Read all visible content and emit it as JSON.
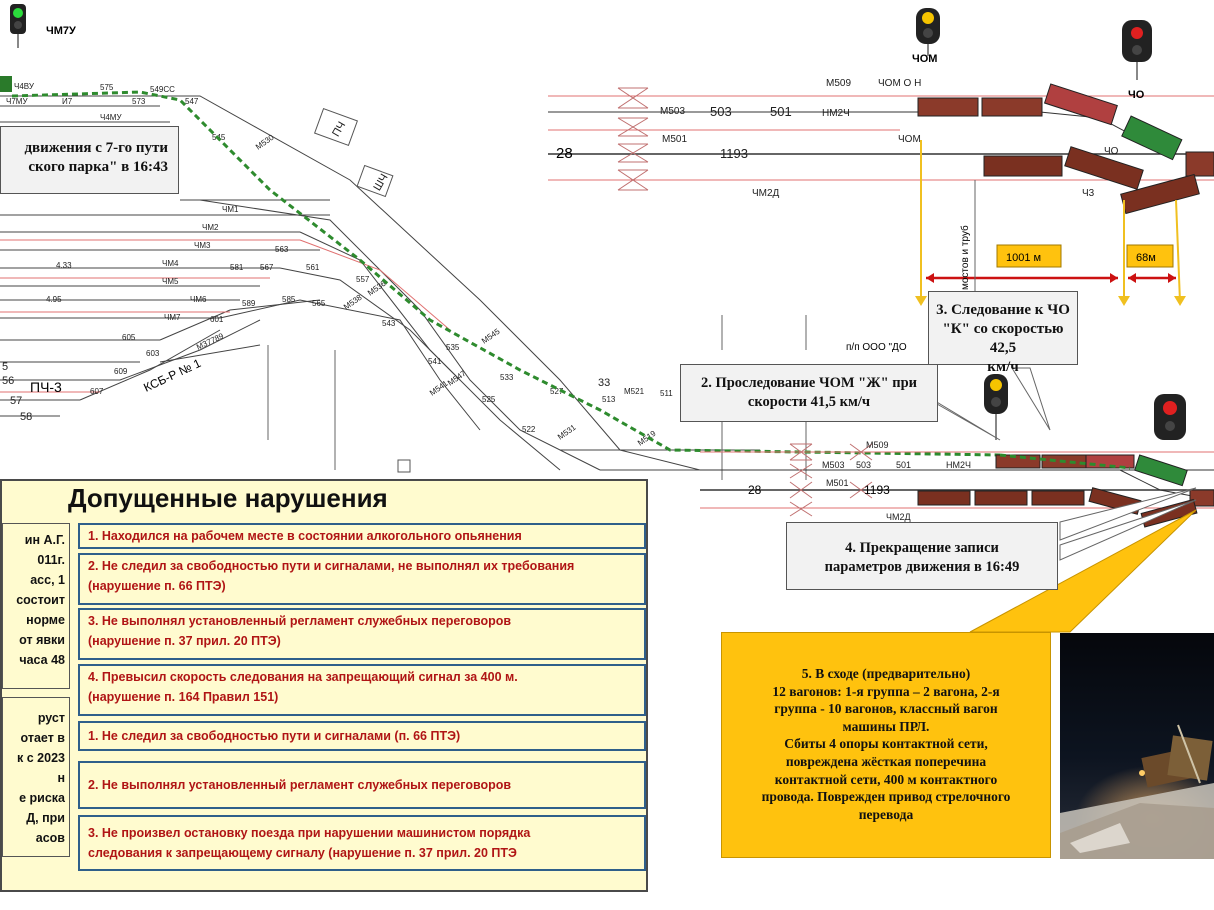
{
  "signals": {
    "top_left": "ЧМ7У",
    "chom_top": "ЧОМ",
    "cho_top": "ЧО"
  },
  "track_labels": {
    "ch4vu": "Ч4ВУ",
    "ch7mu": "Ч7МУ",
    "i7": "И7",
    "ch4mu": "Ч4МУ",
    "n575": "575",
    "n573": "573",
    "n549ss": "549СС",
    "n547": "547",
    "n545": "545",
    "pch": "ПЧ",
    "shch": "ШЧ",
    "m530": "М530",
    "ch1m": "ЧМ1",
    "ch2m": "ЧМ2",
    "ch3m": "ЧМ3",
    "ch4m": "ЧМ4",
    "ch5m": "ЧМ5",
    "ch6m": "ЧМ6",
    "ch7m": "ЧМ7",
    "n563": "563",
    "n581": "581",
    "n567": "567",
    "n561": "561",
    "n557": "557",
    "n433": "4.33",
    "n495": "4.95",
    "n589": "589",
    "n585": "585",
    "n565": "565",
    "m536": "М536",
    "m538": "М538",
    "n543": "543",
    "n601": "601",
    "n605": "605",
    "n603": "603",
    "n609": "609",
    "n607": "607",
    "n541": "541",
    "n535": "535",
    "m545": "М545",
    "n533": "533",
    "m547": "М547",
    "m541": "М541",
    "n525": "525",
    "n522": "522",
    "n527": "527",
    "n513": "513",
    "m531": "М531",
    "m519": "М519",
    "pch3": "ПЧ-3",
    "ksb": "КСБ-Р № 1",
    "m37789": "М37789",
    "n5": "5",
    "n56": "56",
    "n57": "57",
    "n58": "58",
    "n33": "33",
    "m521": "М521",
    "n511": "511",
    "m509": "М509",
    "m503": "М503",
    "n503": "503",
    "n501": "501",
    "nm2ch": "НМ2Ч",
    "m501": "М501",
    "n28": "28",
    "n1193": "1193",
    "chom_o": "ЧОМ",
    "cho_o": "ЧО",
    "ch3": "Ч3",
    "ch2m_right": "ЧМ2Д",
    "n_chom_oh": "ЧОМ О Н",
    "mosty": "мостов и труб",
    "pp": "п/п ООО \"ДО",
    "dist_1001": "1001 м",
    "dist_68": "68м",
    "bot_m509": "М509",
    "bot_m503": "М503",
    "bot_503": "503",
    "bot_501": "501",
    "bot_nm2ch": "НМ2Ч",
    "bot_28": "28",
    "bot_1193": "1193",
    "bot_m501": "М501",
    "bot_ch2md": "ЧМ2Д"
  },
  "callouts": {
    "c1_line1": "движения с 7-го пути",
    "c1_line2": "ского парка\" в 16:43",
    "c2_line1": "2. Проследование ЧОМ \"Ж\" при",
    "c2_line2": "скорости 41,5 км/ч",
    "c3_line1": "3. Следование к ЧО",
    "c3_line2": "\"К\" со скоростью 42,5",
    "c3_line3": "км/ч",
    "c4_line1": "4. Прекращение записи",
    "c4_line2": "параметров движения в 16:49"
  },
  "violations": {
    "title": "Допущенные нарушения",
    "items": [
      "1. Находился на рабочем месте в состоянии алкогольного опьянения",
      "2. Не следил за свободностью пути и сигналами, не выполнял их требования",
      "(нарушение п. 66 ПТЭ)",
      "3. Не выполнял установленный регламент служебных переговоров",
      "(нарушение п. 37 прил. 20 ПТЭ)",
      "4. Превысил скорость следования на запрещающий сигнал за 400 м.",
      "(нарушение п. 164  Правил 151)",
      "1. Не следил за свободностью пути и сигналами (п. 66 ПТЭ)",
      "2. Не выполнял установленный регламент служебных переговоров",
      "3. Не произвел остановку поезда при нарушении машинистом порядка",
      "следования к запрещающему сигналу (нарушение п. 37 прил. 20 ПТЭ"
    ],
    "side1": [
      "ин А.Г.",
      "011г.",
      "асс, 1",
      "состоит",
      "норме",
      "от явки",
      "часа 48"
    ],
    "side2": [
      "руст",
      "отает в",
      "к с 2023",
      "н",
      "е риска",
      "Д, при",
      "асов"
    ]
  },
  "derailment": {
    "lines": [
      "5.  В сходе (предварительно)",
      "12 вагонов: 1-я группа – 2 вагона, 2-я",
      "группа  - 10 вагонов, классный вагон",
      "машины ПРЛ.",
      "Сбиты 4 опоры контактной сети,",
      "повреждена жёсткая поперечина",
      "контактной сети, 400 м контактного",
      "провода. Поврежден привод стрелочного",
      "перевода"
    ]
  },
  "colors": {
    "route": "#2e8b2e",
    "track_red": "#e07070",
    "track_dark": "#333333",
    "callout_bg": "#f2f2f2",
    "violation_bg": "#fffbcf",
    "violation_text": "#b01515",
    "derail_bg": "#ffc20e",
    "arrow_yellow": "#f0c020",
    "distance_red": "#cc1111"
  }
}
